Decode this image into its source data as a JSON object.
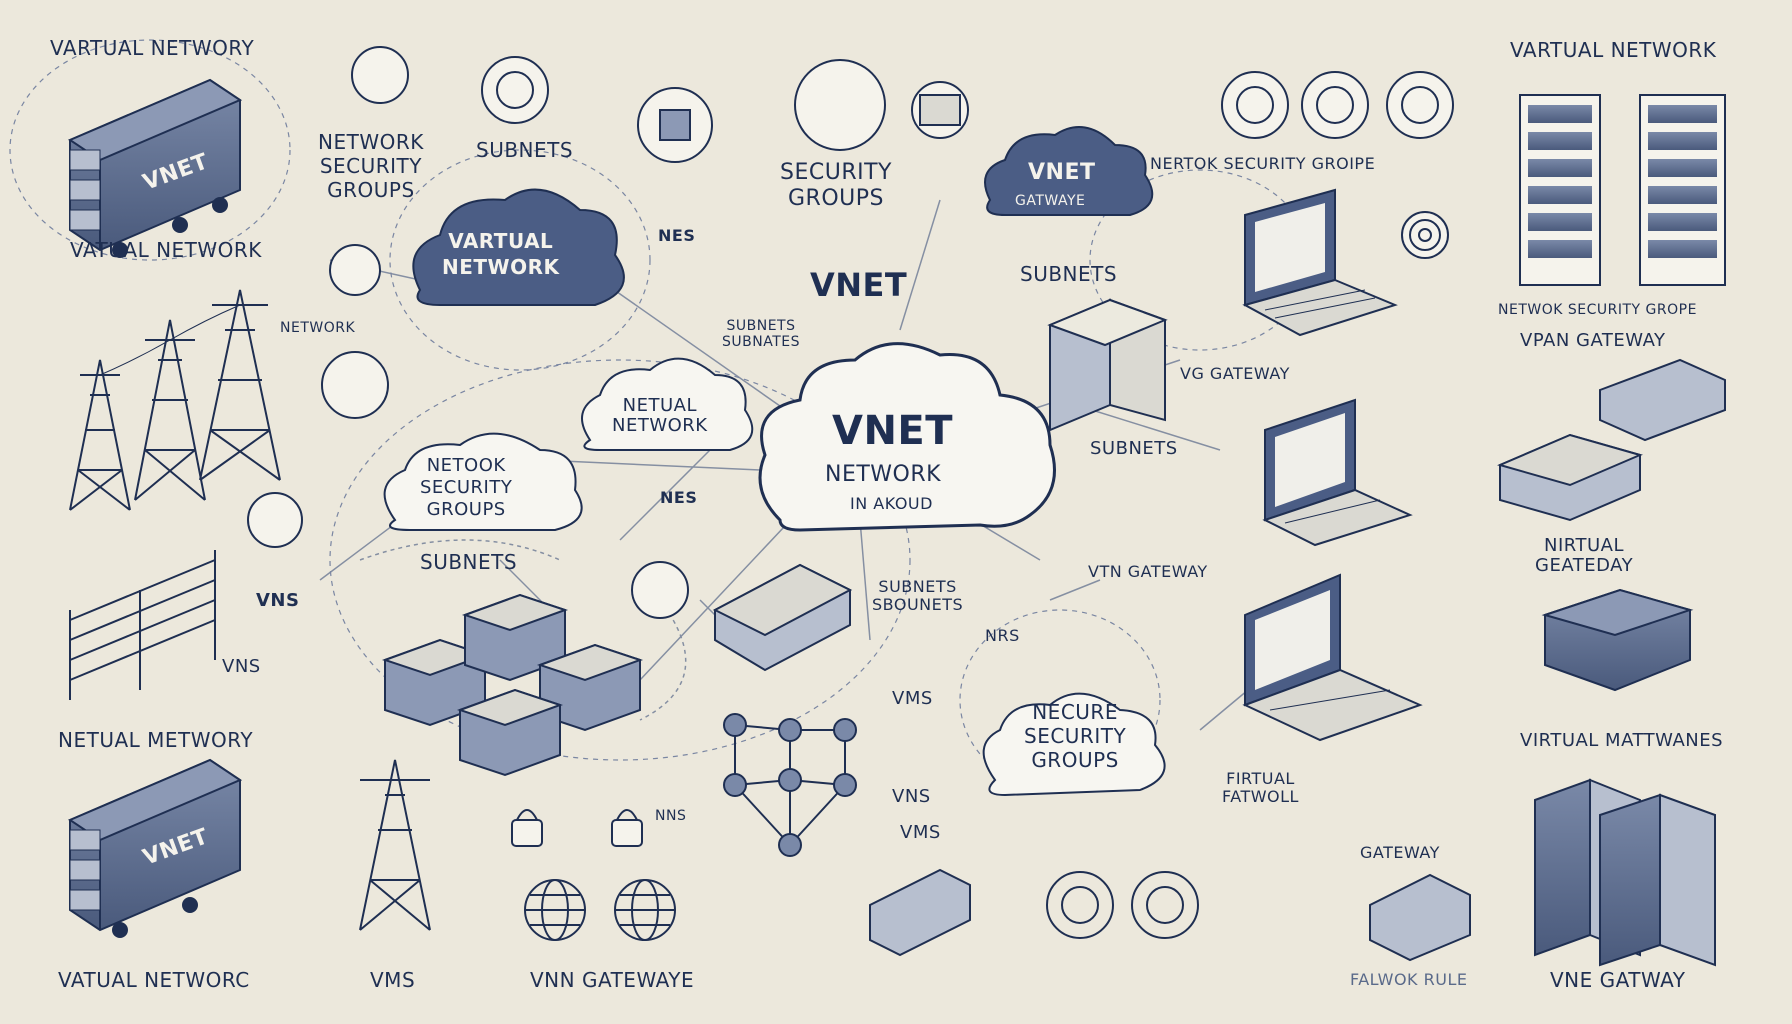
{
  "labels": {
    "vnet_top_left": "VARTUAL NETWORY",
    "vnet_top_right": "VARTUAL NETWORK",
    "vatual_network_left": "VATUAL NETWORK",
    "network_security_groups_tl": "NETWORK\nSECURITY\nGROUPS",
    "subnets_top": "SUBNETS",
    "security_groups_top": "SECURITY\nGROUPS",
    "nertok_security": "NERTOK SECURITY GROIPE",
    "vartual_network_cloud": "VARTUAL\nNETWORK",
    "vnet_badge": "VNET",
    "subnets_mid": "SUBNETS",
    "subnets_subnates": "SUBNETS\nSUBNATES",
    "network_small": "NETWORK",
    "netual_network": "NETUAL\nNETWORK",
    "netook_security": "NETOOK\nSECURITY\nGROUPS",
    "subnets_left": "SUBNETS",
    "vnet_center_title": "VNET",
    "vnet_center_sub": "NETWORK",
    "vnet_center_sub2": "IN AKOUD",
    "vg_gateway": "VG GATEWAY",
    "subnets_right": "SUBNETS",
    "vtn_gateway": "VTN GATEWAY",
    "subnets_sbounets": "SUBNETS\nSBOUNETS",
    "nrs": "NRS",
    "necure_security": "NECURE\nSECURITY\nGROUPS",
    "firtual_fatwoll": "FIRTUAL\nFATWOLL",
    "gateway_right": "GATEWAY",
    "vms_center": "VMS",
    "vns_center": "VNS",
    "vms_label": "VMS",
    "nns": "NNS",
    "vns_left_badge": "VNS",
    "vns_left_circle": "VNS",
    "netual_metwory": "NETUAL METWORY",
    "vatual_networc": "VATUAL NETWORC",
    "vms_bottom": "VMS",
    "vnn_gatewaye": "VNN GATEWAYE",
    "falwok_rule": "FALWOK RULE",
    "vne_gatway": "VNE GATWAY",
    "netwok_security_right": "NETWOK SECURITY GROPE",
    "vpan_gateway": "VPAN GATEWAY",
    "nirtual_geatday": "NIRTUAL\nGEATEDAY",
    "virtual_mattwanes": "VIRTUAL MATTWANES",
    "vnet_gateway_cloud": "VNET",
    "vnet_gateway_cloud_sub": "GATWAYE",
    "vnet_truck_top": "VNET",
    "vnet_truck_bottom": "VNET",
    "nes_badge": "NES",
    "nes_badge2": "NES"
  },
  "colors": {
    "background": "#ece8dc",
    "ink": "#1f2f52",
    "slate": "#5a6a8a",
    "cloud_fill": "#f7f6f1",
    "accent_blue": "#4b5d85"
  }
}
